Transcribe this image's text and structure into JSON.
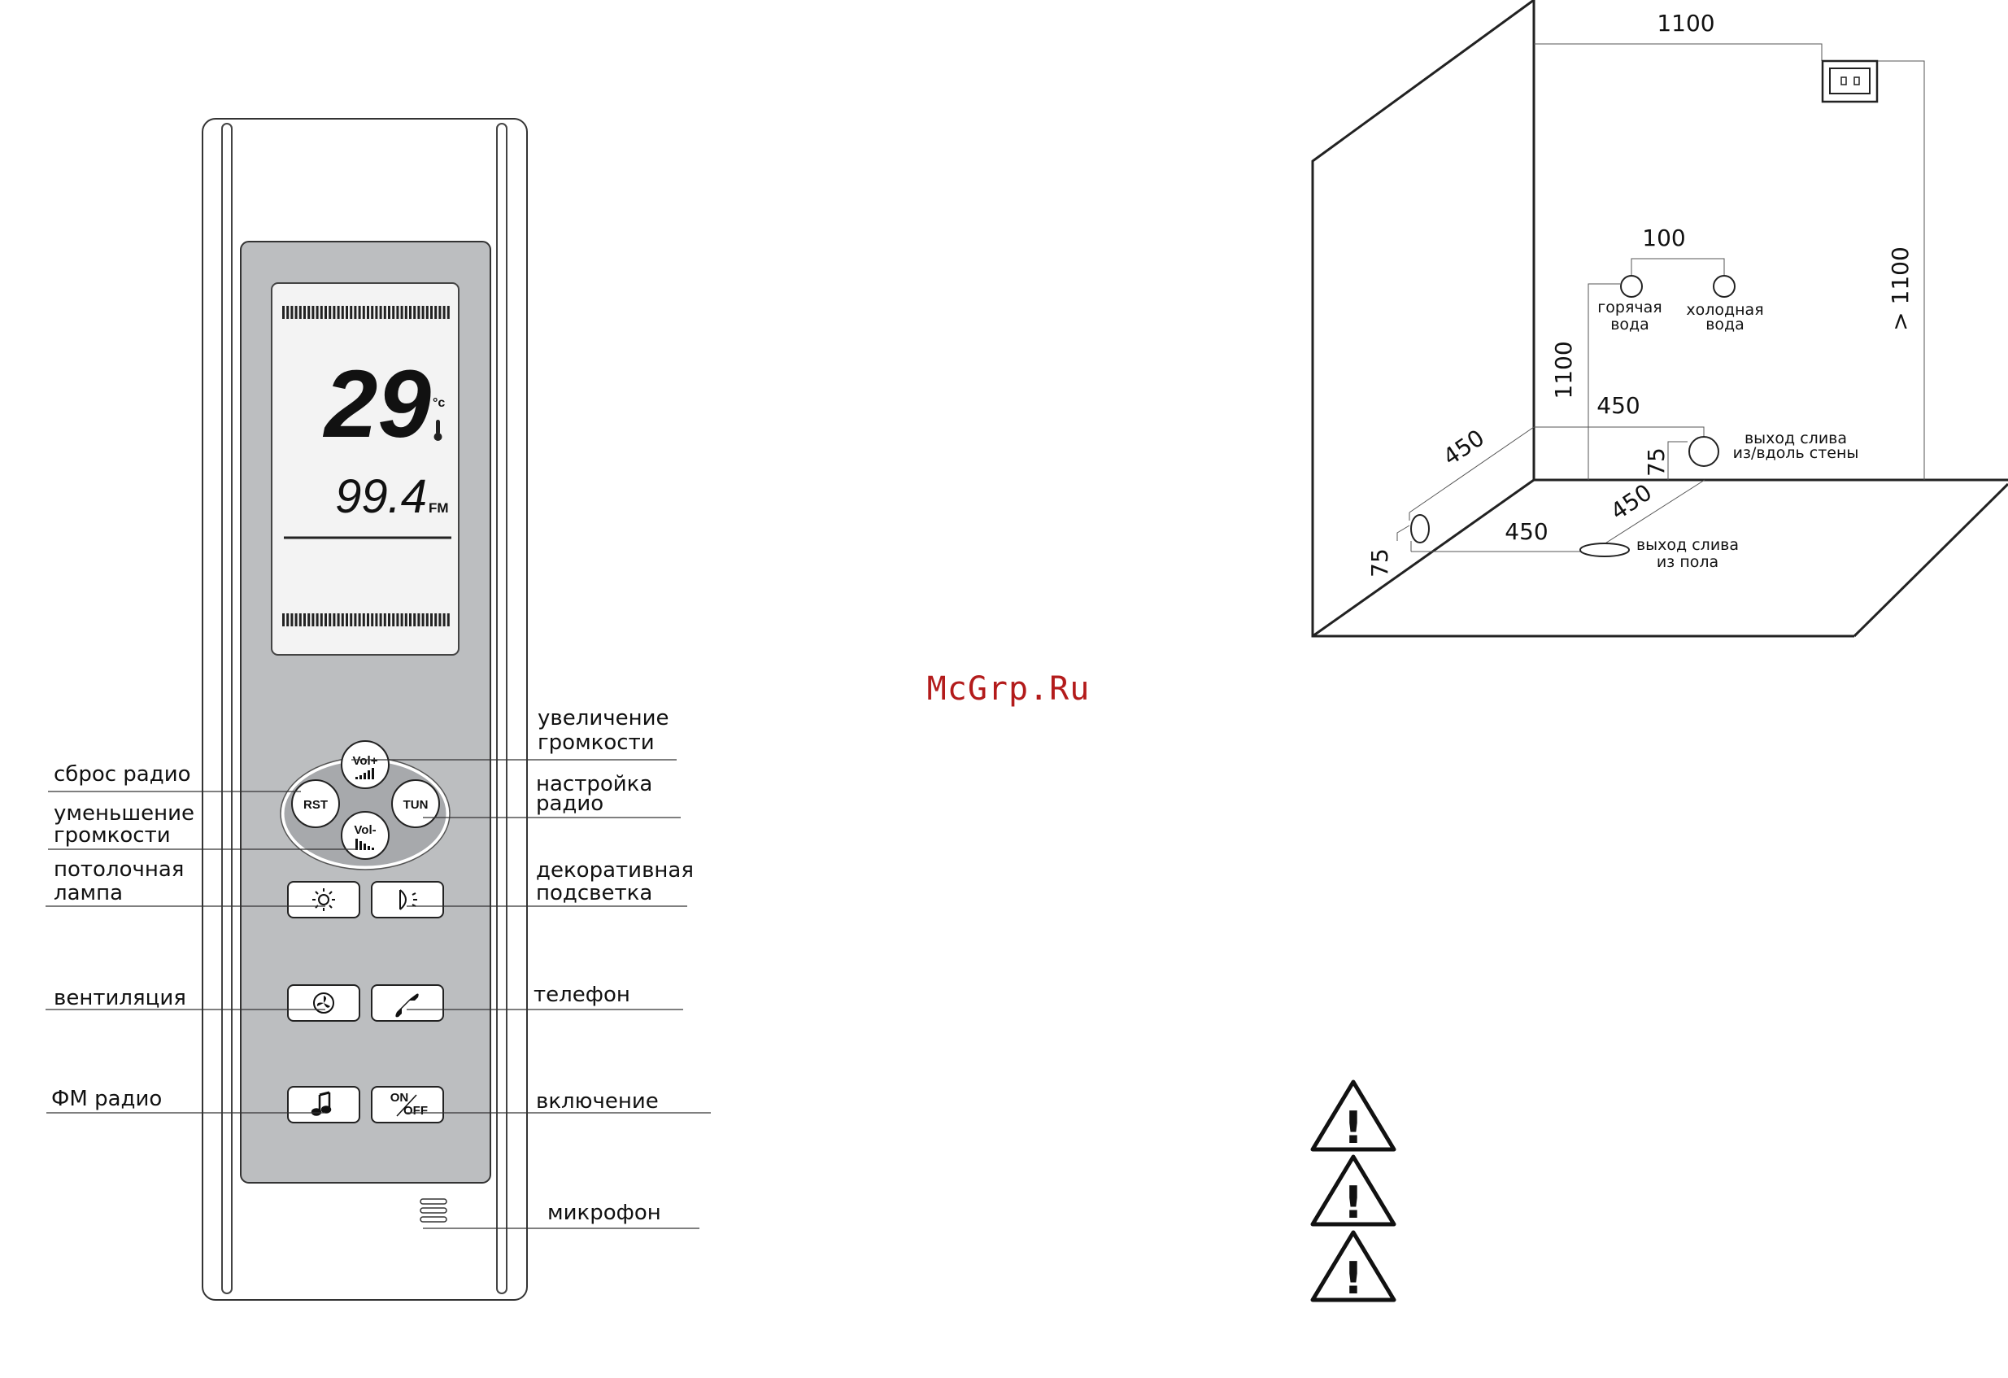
{
  "watermark": "McGrp.Ru",
  "remote": {
    "display": {
      "temperature": "29",
      "temp_unit": "°c",
      "frequency": "99.4",
      "band": "FM"
    },
    "buttons": {
      "vol_up": "Vol+",
      "vol_down": "Vol-",
      "reset": "RST",
      "tune": "TUN",
      "on": "ON",
      "off": "OFF"
    },
    "labels": {
      "vol_up": [
        "увеличение",
        "громкости"
      ],
      "reset": "сброс радио",
      "tune": [
        "настройка",
        "радио"
      ],
      "vol_down": [
        "уменьшение",
        "громкости"
      ],
      "ceiling_lamp": [
        "потолочная",
        "лампа"
      ],
      "decor_light": [
        "декоративная",
        "подсветка"
      ],
      "ventilation": "вентиляция",
      "phone": "телефон",
      "fm_radio": "ФМ радио",
      "power": "включение",
      "microphone": "микрофон"
    }
  },
  "installation": {
    "dims": {
      "top_width": "1100",
      "pipe_spacing": "100",
      "height_right": "> 1100",
      "height_left": "1100",
      "depth_back": "450",
      "depth_left": "450",
      "floor_450_a": "450",
      "floor_450_b": "450",
      "drain_75_a": "75",
      "drain_75_b": "75"
    },
    "labels": {
      "hot_water": [
        "горячая",
        "вода"
      ],
      "cold_water": [
        "холодная",
        "вода"
      ],
      "wall_drain": [
        "выход слива",
        "из/вдоль стены"
      ],
      "floor_drain": [
        "выход слива",
        "из пола"
      ]
    }
  },
  "warnings": {
    "count": 3,
    "glyph": "!"
  }
}
